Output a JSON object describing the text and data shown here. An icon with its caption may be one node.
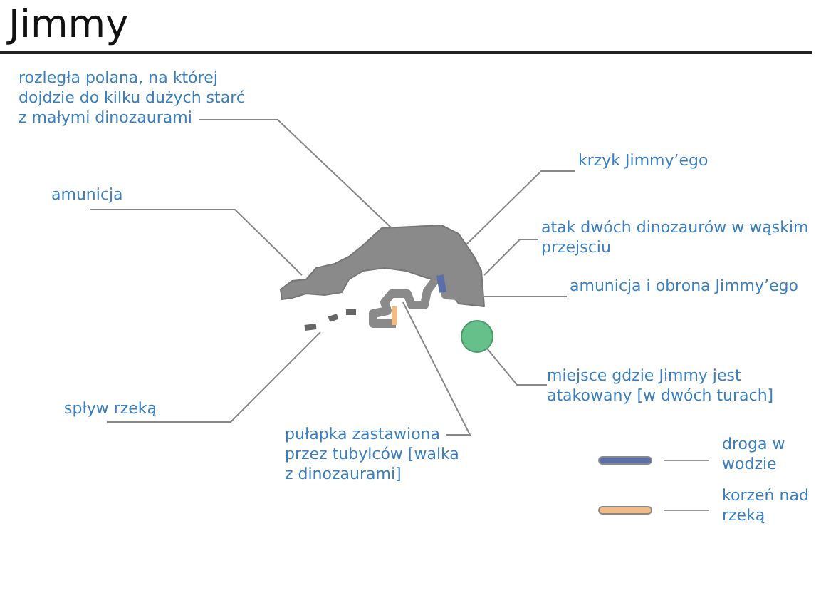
{
  "diagram": {
    "title": "Jimmy",
    "nodes": [
      {
        "text": [
          "rozległa polana, na której dojdzie do kilku dużych starć z małymi dinozaurami"
        ]
      },
      {
        "text": [
          "amunicja"
        ]
      },
      {
        "text": [
          "krzyk Jimmy’ego"
        ]
      },
      {
        "text": [
          "atak dwóch dinozaurów w wąskim przejsciu"
        ]
      },
      {
        "text": [
          "amunicja i obrona Jimmy’ego"
        ]
      },
      {
        "text": [
          "miejsce gdzie Jimmy jest atakowany [w dwóch turach]"
        ]
      },
      {
        "text": [
          "spływ rzeką"
        ]
      },
      {
        "text": [
          "pułapka zastawiona przez tubylców [walka z dinozaurami]"
        ]
      },
      {
        "text": [],
        "shape": "circle"
      },
      {
        "text": [],
        "shape": "picture"
      }
    ],
    "edges": [
      {
        "from": 0,
        "to": 9,
        "arrow": "none"
      },
      {
        "from": 1,
        "to": 9,
        "arrow": "none"
      },
      {
        "from": 2,
        "to": 9,
        "arrow": "none"
      },
      {
        "from": 3,
        "to": 9,
        "arrow": "none"
      },
      {
        "from": 4,
        "to": 9,
        "arrow": "none"
      },
      {
        "from": 5,
        "to": 8,
        "arrow": "none"
      },
      {
        "from": 6,
        "to": 9,
        "arrow": "none"
      },
      {
        "from": 7,
        "to": 9,
        "arrow": "none"
      }
    ],
    "legend": [
      {
        "text": "droga w wodzie",
        "color": "#5a6ea8"
      },
      {
        "text": "korzeń nad rzeką",
        "color": "#f2bb84"
      }
    ]
  }
}
